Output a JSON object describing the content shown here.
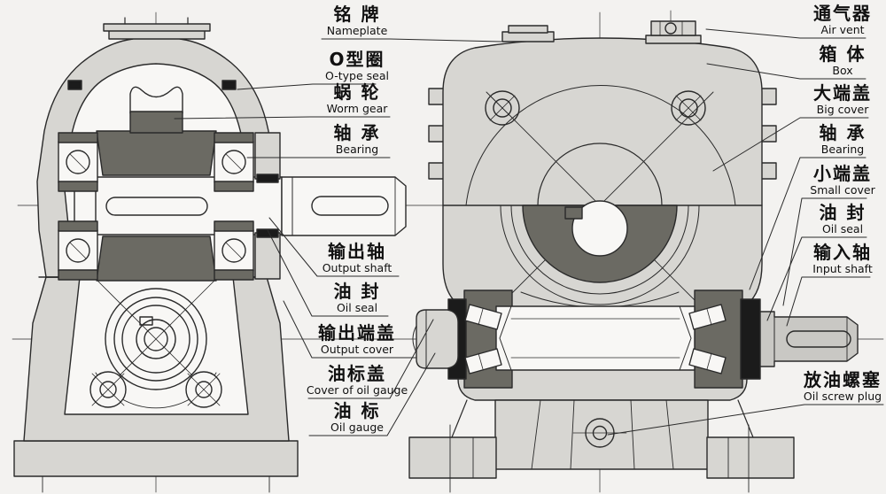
{
  "colors": {
    "background": "#f3f2f0",
    "housing_fill": "#d7d6d2",
    "paper_fill": "#f8f7f5",
    "section_dark": "#6b6a63",
    "black_part": "#1b1b1b",
    "line": "#2a2a2a",
    "input_shaft_fill": "#c9c8c4",
    "label_text": "#111111"
  },
  "callouts_middle": [
    {
      "zh": "铭 牌",
      "en": "Nameplate"
    },
    {
      "zh": "O型圈",
      "en": "O-type seal"
    },
    {
      "zh": "蜗 轮",
      "en": "Worm gear"
    },
    {
      "zh": "轴 承",
      "en": "Bearing"
    },
    {
      "zh": "输出轴",
      "en": "Output shaft"
    },
    {
      "zh": "油 封",
      "en": "Oil seal"
    },
    {
      "zh": "输出端盖",
      "en": "Output cover"
    },
    {
      "zh": "油标盖",
      "en": "Cover of oil gauge"
    },
    {
      "zh": "油 标",
      "en": "Oil gauge"
    }
  ],
  "callouts_right": [
    {
      "zh": "通气器",
      "en": "Air vent"
    },
    {
      "zh": "箱 体",
      "en": "Box"
    },
    {
      "zh": "大端盖",
      "en": "Big cover"
    },
    {
      "zh": "轴 承",
      "en": "Bearing"
    },
    {
      "zh": "小端盖",
      "en": "Small cover"
    },
    {
      "zh": "油 封",
      "en": "Oil seal"
    },
    {
      "zh": "输入轴",
      "en": "Input shaft"
    },
    {
      "zh": "放油螺塞",
      "en": "Oil screw plug"
    }
  ]
}
